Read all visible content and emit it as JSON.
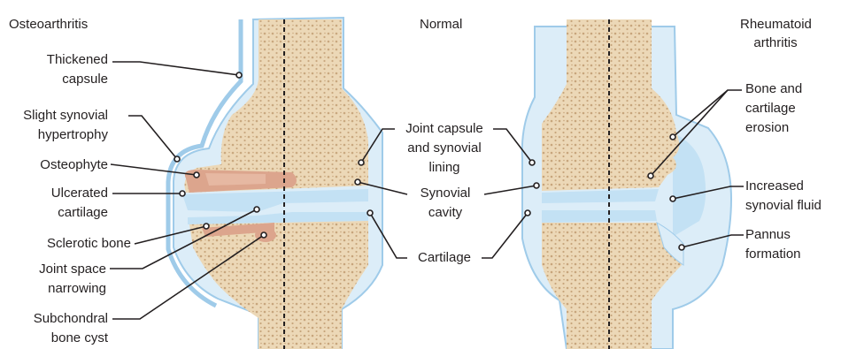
{
  "titles": {
    "osteoarthritis": "Osteoarthritis",
    "normal": "Normal",
    "rheumatoid_line1": "Rheumatoid",
    "rheumatoid_line2": "arthritis"
  },
  "left_labels": [
    {
      "lines": [
        "Thickened",
        "capsule"
      ]
    },
    {
      "lines": [
        "Slight synovial",
        "hypertrophy"
      ]
    },
    {
      "lines": [
        "Osteophyte"
      ]
    },
    {
      "lines": [
        "Ulcerated",
        "cartilage"
      ]
    },
    {
      "lines": [
        "Sclerotic bone"
      ]
    },
    {
      "lines": [
        "Joint space",
        "narrowing"
      ]
    },
    {
      "lines": [
        "Subchondral",
        "bone cyst"
      ]
    }
  ],
  "center_labels": [
    {
      "lines": [
        "Joint capsule",
        "and synovial",
        "lining"
      ]
    },
    {
      "lines": [
        "Synovial",
        "cavity"
      ]
    },
    {
      "lines": [
        "Cartilage"
      ]
    }
  ],
  "right_labels": [
    {
      "lines": [
        "Bone and",
        "cartilage",
        "erosion"
      ]
    },
    {
      "lines": [
        "Increased",
        "synovial fluid"
      ]
    },
    {
      "lines": [
        "Pannus",
        "formation"
      ]
    }
  ],
  "colors": {
    "bone": "#ecd8b7",
    "bone_dots": "#c7a57c",
    "capsule_fill": "#dcedf8",
    "capsule_edge": "#9fcbe9",
    "cartilage": "#c3e1f4",
    "lesion": "#dca58d",
    "leader_line": "#231f20"
  }
}
